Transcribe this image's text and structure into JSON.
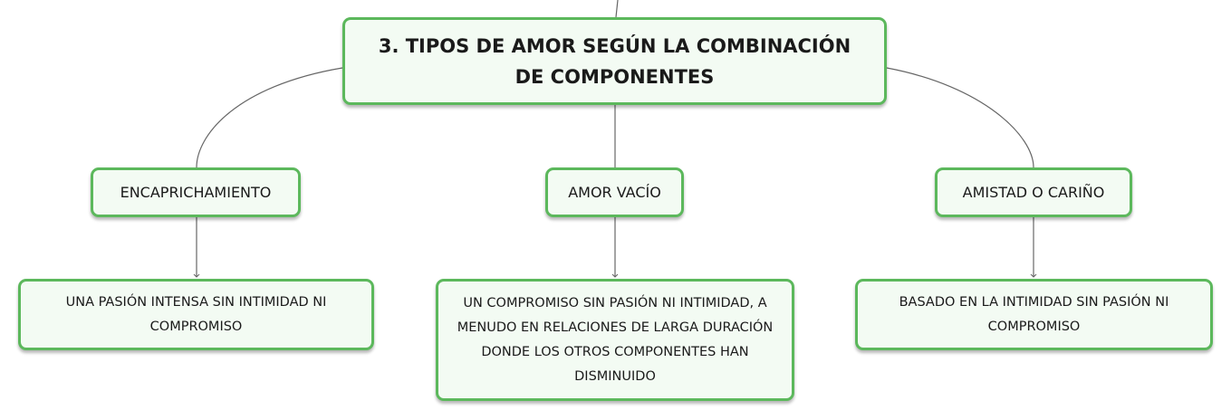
{
  "root": {
    "label": "3. TIPOS DE AMOR SEGÚN LA COMBINACIÓN DE COMPONENTES"
  },
  "branches": [
    {
      "label": "ENCAPRICHAMIENTO",
      "description": "UNA PASIÓN INTENSA SIN INTIMIDAD NI COMPROMISO"
    },
    {
      "label": "AMOR VACÍO",
      "description": "UN COMPROMISO SIN PASIÓN NI INTIMIDAD, A MENUDO EN RELACIONES DE LARGA DURACIÓN DONDE LOS OTROS COMPONENTES HAN DISMINUIDO"
    },
    {
      "label": "AMISTAD O CARIÑO",
      "description": "BASADO EN LA INTIMIDAD SIN PASIÓN NI COMPROMISO"
    }
  ],
  "colors": {
    "node_border": "#5cb85c",
    "node_fill": "#f3fbf3",
    "connector": "#666666"
  }
}
